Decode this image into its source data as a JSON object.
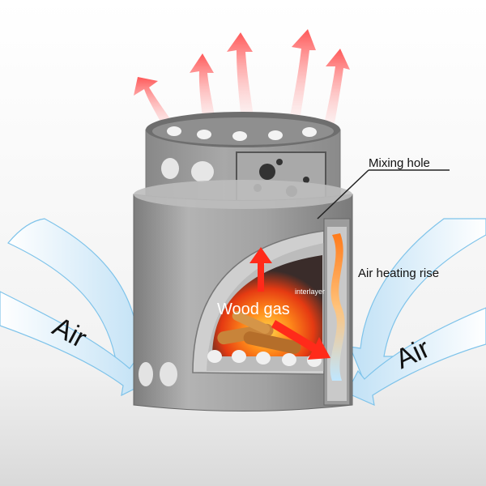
{
  "labels": {
    "mixing_hole": "Mixing hole",
    "air_heating_rise": "Air heating rise",
    "interlayer": "interlayer",
    "wood_gas": "Wood gas",
    "air_left": "Air",
    "air_right": "Air"
  },
  "colors": {
    "steel": "#9a9a9a",
    "steel_dark": "#6f6f6f",
    "air_arrow": "#cfe8f7",
    "heat_arrow": "#ff3b3b",
    "flame": "#ff6a00",
    "label_text": "#111111"
  }
}
